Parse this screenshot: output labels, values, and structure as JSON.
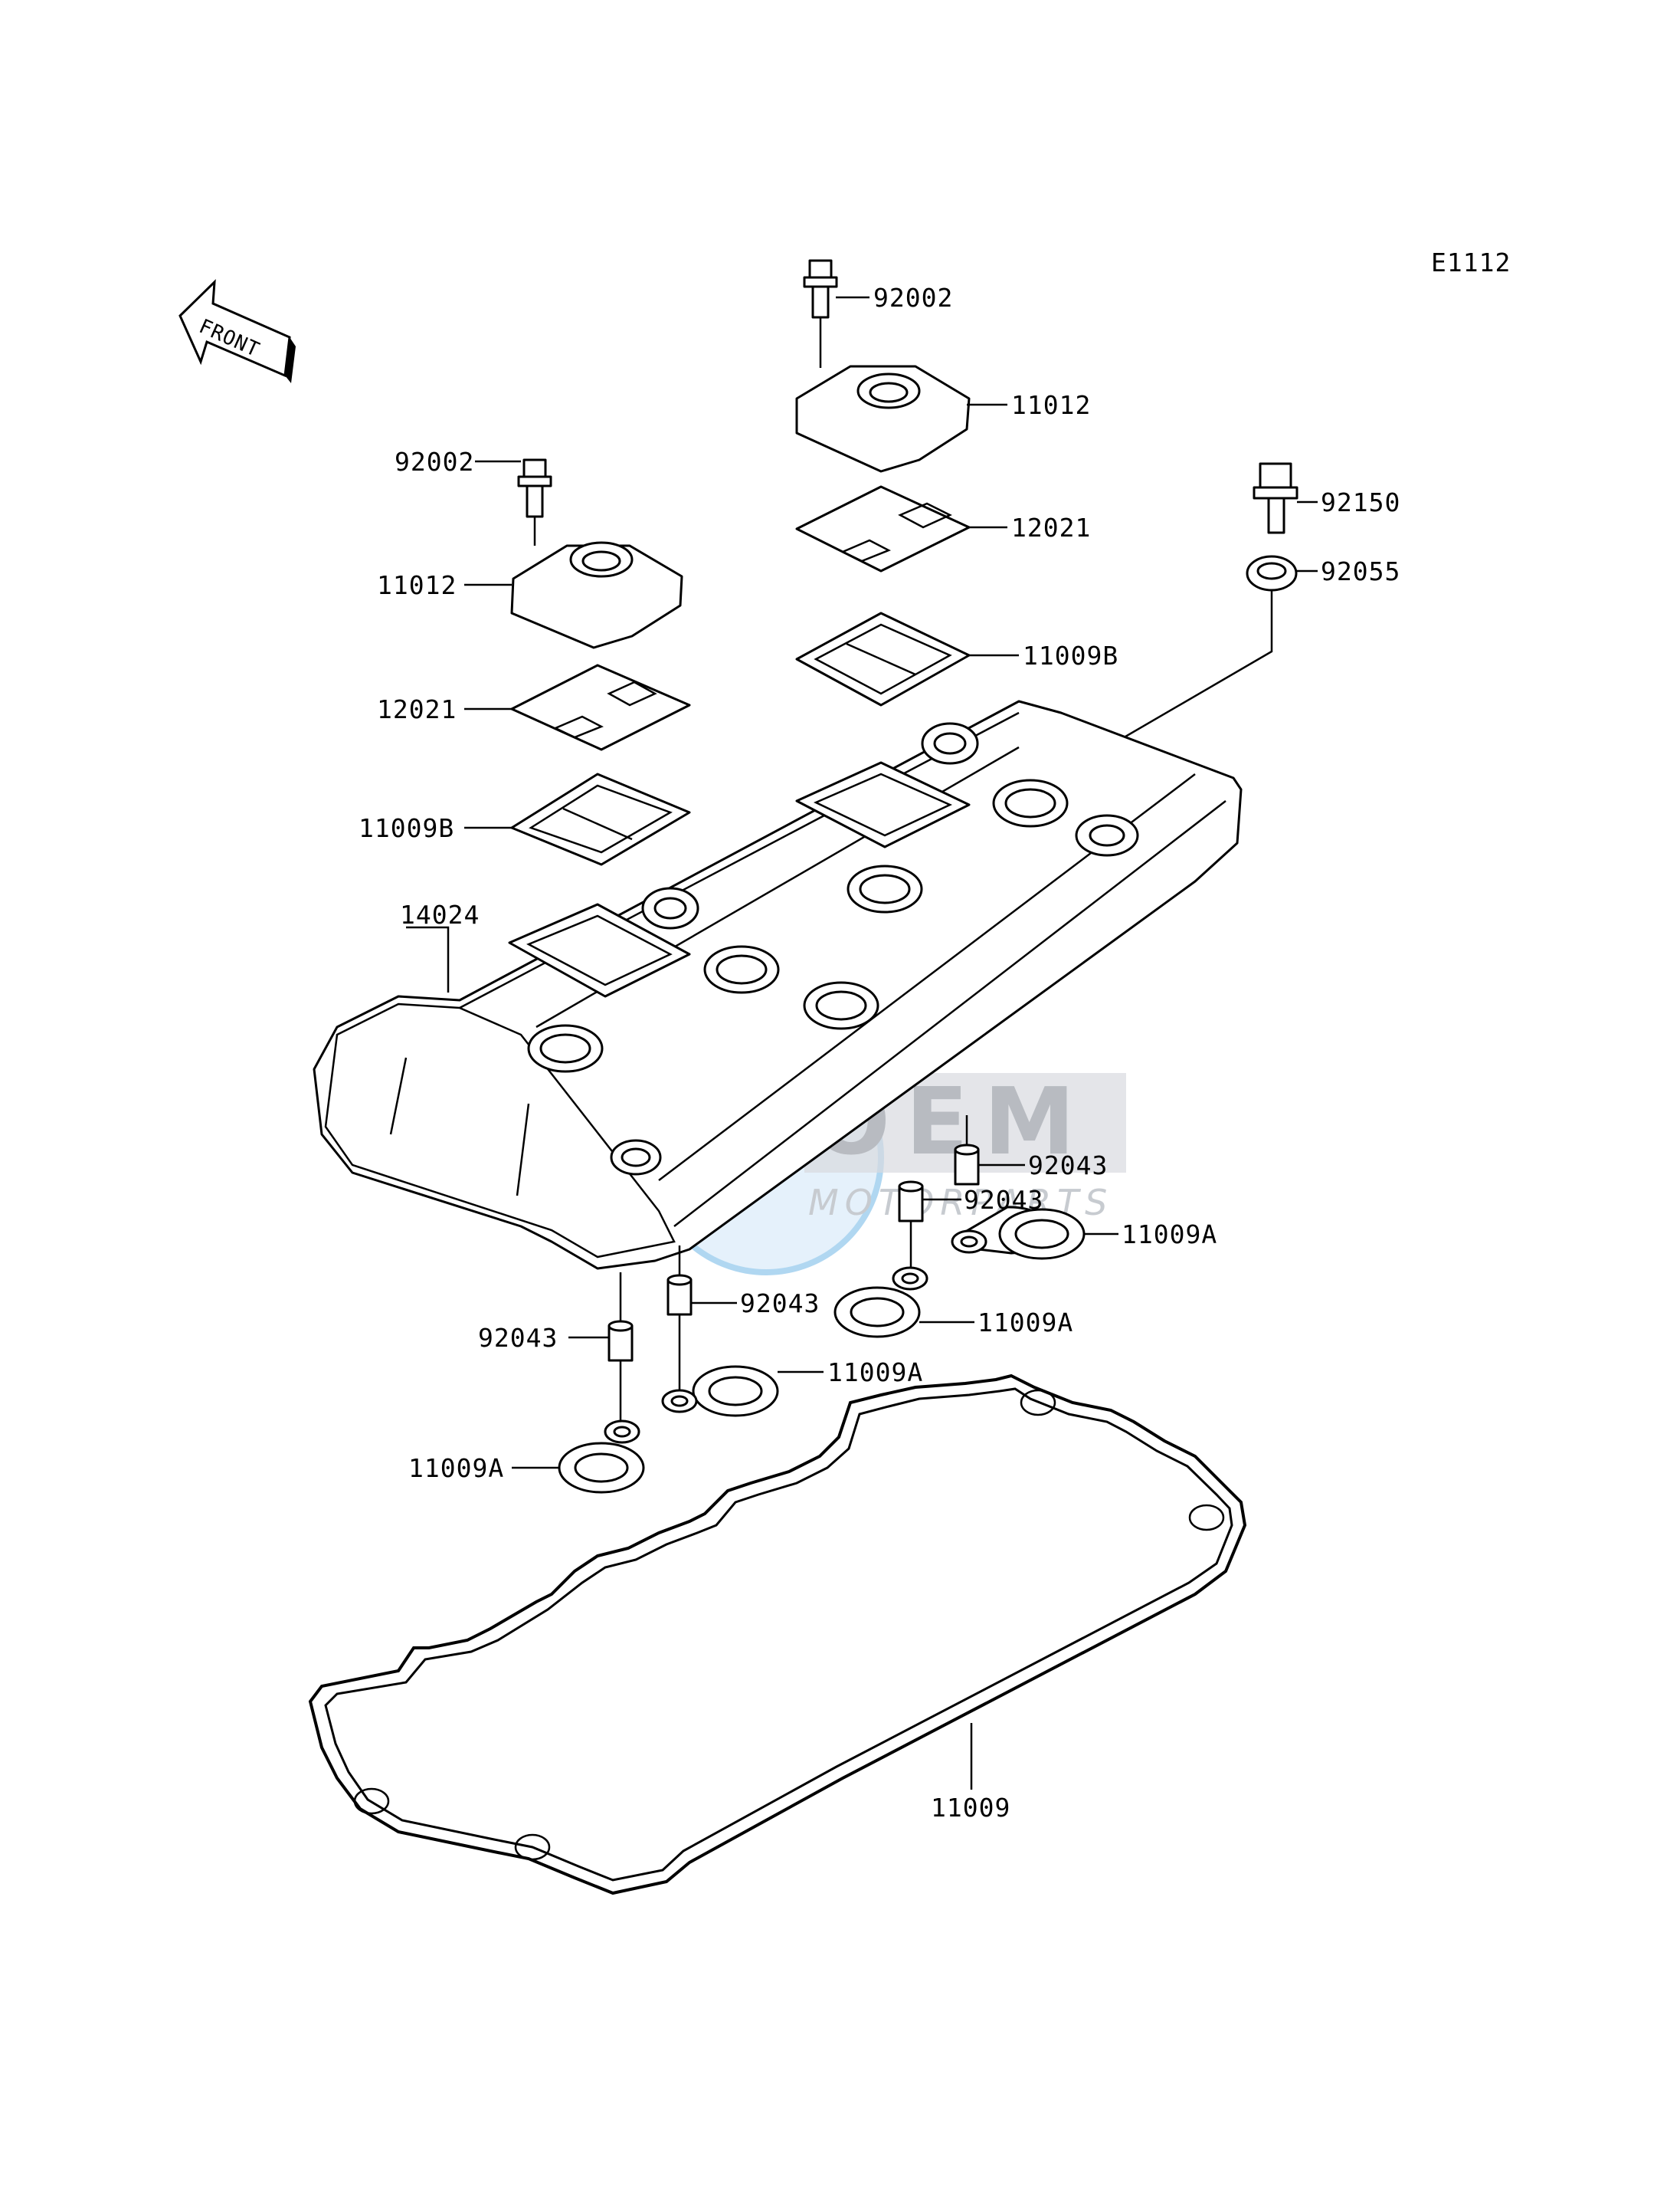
{
  "diagram": {
    "diagram_code": "E1112",
    "front_label": "FRONT",
    "watermark": {
      "brand": "OEM",
      "sub": "MOTORPARTS"
    },
    "callouts": [
      {
        "id": "c-92002-top",
        "text": "92002"
      },
      {
        "id": "c-11012-top",
        "text": "11012"
      },
      {
        "id": "c-12021-top",
        "text": "12021"
      },
      {
        "id": "c-11009b-top",
        "text": "11009B"
      },
      {
        "id": "c-92150",
        "text": "92150"
      },
      {
        "id": "c-92055",
        "text": "92055"
      },
      {
        "id": "c-92002-left",
        "text": "92002"
      },
      {
        "id": "c-11012-left",
        "text": "11012"
      },
      {
        "id": "c-12021-left",
        "text": "12021"
      },
      {
        "id": "c-11009b-left",
        "text": "11009B"
      },
      {
        "id": "c-14024",
        "text": "14024"
      },
      {
        "id": "c-92043-a",
        "text": "92043"
      },
      {
        "id": "c-92043-b",
        "text": "92043"
      },
      {
        "id": "c-11009a-a",
        "text": "11009A"
      },
      {
        "id": "c-11009a-b",
        "text": "11009A"
      },
      {
        "id": "c-92043-c",
        "text": "92043"
      },
      {
        "id": "c-11009a-c",
        "text": "11009A"
      },
      {
        "id": "c-92043-d",
        "text": "92043"
      },
      {
        "id": "c-11009a-d",
        "text": "11009A"
      },
      {
        "id": "c-11009",
        "text": "11009"
      }
    ]
  }
}
